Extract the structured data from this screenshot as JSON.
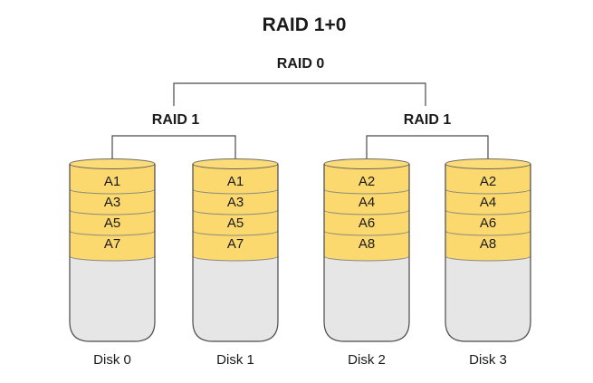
{
  "title": "RAID 1+0",
  "tree": {
    "root_label": "RAID 0",
    "groups": [
      {
        "label": "RAID 1",
        "disk_indexes": [
          0,
          1
        ]
      },
      {
        "label": "RAID 1",
        "disk_indexes": [
          2,
          3
        ]
      }
    ]
  },
  "disks": [
    {
      "name": "Disk 0",
      "blocks": [
        "A1",
        "A3",
        "A5",
        "A7"
      ]
    },
    {
      "name": "Disk 1",
      "blocks": [
        "A1",
        "A3",
        "A5",
        "A7"
      ]
    },
    {
      "name": "Disk 2",
      "blocks": [
        "A2",
        "A4",
        "A6",
        "A8"
      ]
    },
    {
      "name": "Disk 3",
      "blocks": [
        "A2",
        "A4",
        "A6",
        "A8"
      ]
    }
  ],
  "colors": {
    "platter_fill": "#FBD96E",
    "platter_top_fill": "#FCDC79",
    "platter_edge": "#6B695F",
    "divider": "#8C8A7F",
    "body_fill": "#E6E6E6",
    "outline": "#4A4A4A",
    "connector": "#4A4A4A",
    "text": "#1A1A1A"
  }
}
